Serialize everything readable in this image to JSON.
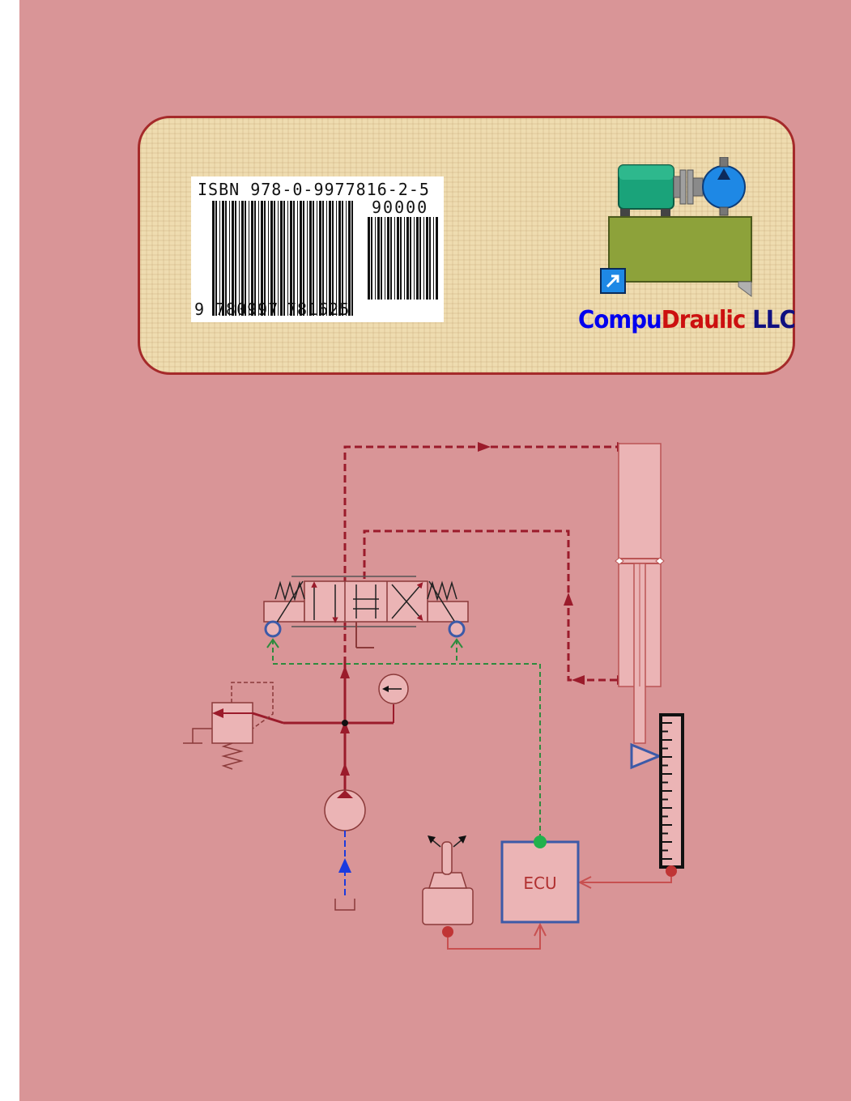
{
  "barcode": {
    "isbn": "ISBN 978-0-9977816-2-5",
    "price_code": "90000",
    "ean_lead": "9",
    "ean_left": "780997",
    "ean_right": "781625"
  },
  "company": {
    "part1": "Compu",
    "part2": "Draulic",
    "part3": " LLC"
  },
  "diagram": {
    "ecu_label": "ECU"
  },
  "colors": {
    "cover_background": "#d99597",
    "panel_background": "#efdcb0",
    "panel_border": "#a52a2a",
    "hydraulic_line": "#9b1b2b",
    "pilot_line": "#2e8b3e",
    "suction_line": "#1a3adf",
    "component_fill": "#ebb4b5"
  }
}
